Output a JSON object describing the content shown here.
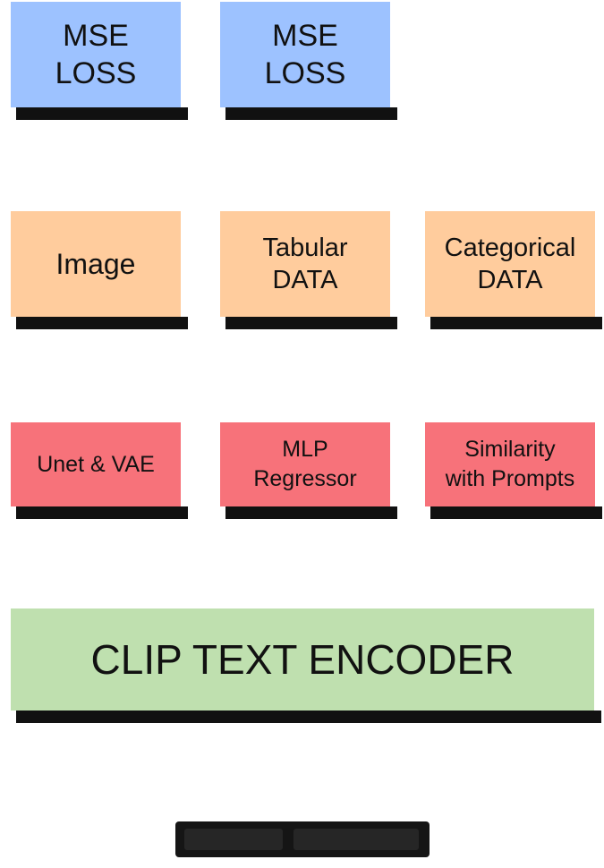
{
  "losses": [
    {
      "label": "MSE\nLOSS"
    },
    {
      "label": "MSE\nLOSS"
    }
  ],
  "inputs": [
    {
      "label": "Image"
    },
    {
      "label": "Tabular\nDATA"
    },
    {
      "label": "Categorical\nDATA"
    }
  ],
  "models": [
    {
      "label": "Unet & VAE"
    },
    {
      "label": "MLP\nRegressor"
    },
    {
      "label": "Similarity\nwith Prompts"
    }
  ],
  "encoder": {
    "label": "CLIP TEXT ENCODER"
  },
  "colors": {
    "loss": "#9dc2ff",
    "input": "#ffcc9d",
    "model": "#f7727a",
    "encoder": "#bfe0af"
  }
}
